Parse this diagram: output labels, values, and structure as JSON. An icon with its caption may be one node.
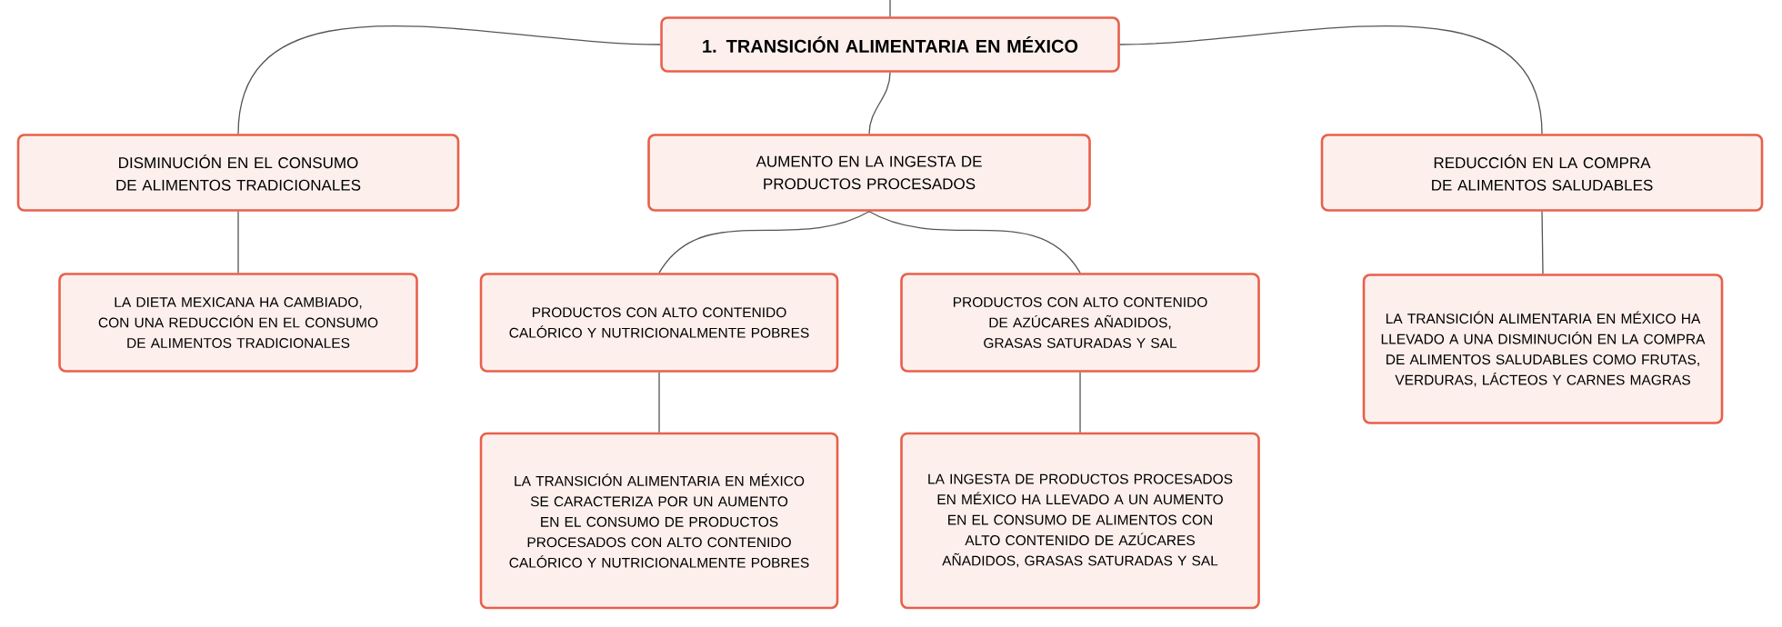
{
  "diagram": {
    "nodes": [
      {
        "text": [
          "1. TRANSICIÓN ALIMENTARIA EN MÉXICO"
        ]
      },
      {
        "text": [
          "DISMINUCIÓN EN EL CONSUMO DE ALIMENTOS TRADICIONALES"
        ]
      },
      {
        "text": [
          "AUMENTO EN LA INGESTA DE PRODUCTOS PROCESADOS"
        ]
      },
      {
        "text": [
          "REDUCCIÓN EN LA COMPRA DE ALIMENTOS SALUDABLES"
        ]
      },
      {
        "text": [
          "LA DIETA MEXICANA HA CAMBIADO, CON UNA REDUCCIÓN EN EL CONSUMO DE ALIMENTOS TRADICIONALES"
        ]
      },
      {
        "text": [
          "PRODUCTOS CON ALTO CONTENIDO CALÓRICO Y NUTRICIONALMENTE POBRES"
        ]
      },
      {
        "text": [
          "PRODUCTOS CON ALTO CONTENIDO DE AZÚCARES AÑADIDOS, GRASAS SATURADAS Y SAL"
        ]
      },
      {
        "text": [
          "LA TRANSICIÓN ALIMENTARIA EN MÉXICO HA LLEVADO A UNA DISMINUCIÓN EN LA COMPRA DE ALIMENTOS SALUDABLES COMO FRUTAS, VERDURAS, LÁCTEOS Y CARNES MAGRAS"
        ]
      },
      {
        "text": [
          "LA TRANSICIÓN ALIMENTARIA EN MÉXICO SE CARACTERIZA POR UN AUMENTO EN EL CONSUMO DE PRODUCTOS PROCESADOS CON ALTO CONTENIDO CALÓRICO Y NUTRICIONALMENTE POBRES"
        ]
      },
      {
        "text": [
          "LA INGESTA DE PRODUCTOS PROCESADOS EN MÉXICO HA LLEVADO A UN AUMENTO EN EL CONSUMO DE ALIMENTOS CON ALTO CONTENIDO DE AZÚCARES AÑADIDOS, GRASAS SATURADAS Y SAL"
        ]
      }
    ],
    "edges": [
      {
        "from": null,
        "to": 0,
        "arrow": "none"
      },
      {
        "from": 0,
        "to": 1,
        "arrow": "none"
      },
      {
        "from": 0,
        "to": 2,
        "arrow": "none"
      },
      {
        "from": 0,
        "to": 3,
        "arrow": "none"
      },
      {
        "from": 1,
        "to": 4,
        "arrow": "none"
      },
      {
        "from": 2,
        "to": 5,
        "arrow": "none"
      },
      {
        "from": 2,
        "to": 6,
        "arrow": "none"
      },
      {
        "from": 3,
        "to": 7,
        "arrow": "none"
      },
      {
        "from": 5,
        "to": 8,
        "arrow": "none"
      },
      {
        "from": 6,
        "to": 9,
        "arrow": "none"
      }
    ]
  }
}
